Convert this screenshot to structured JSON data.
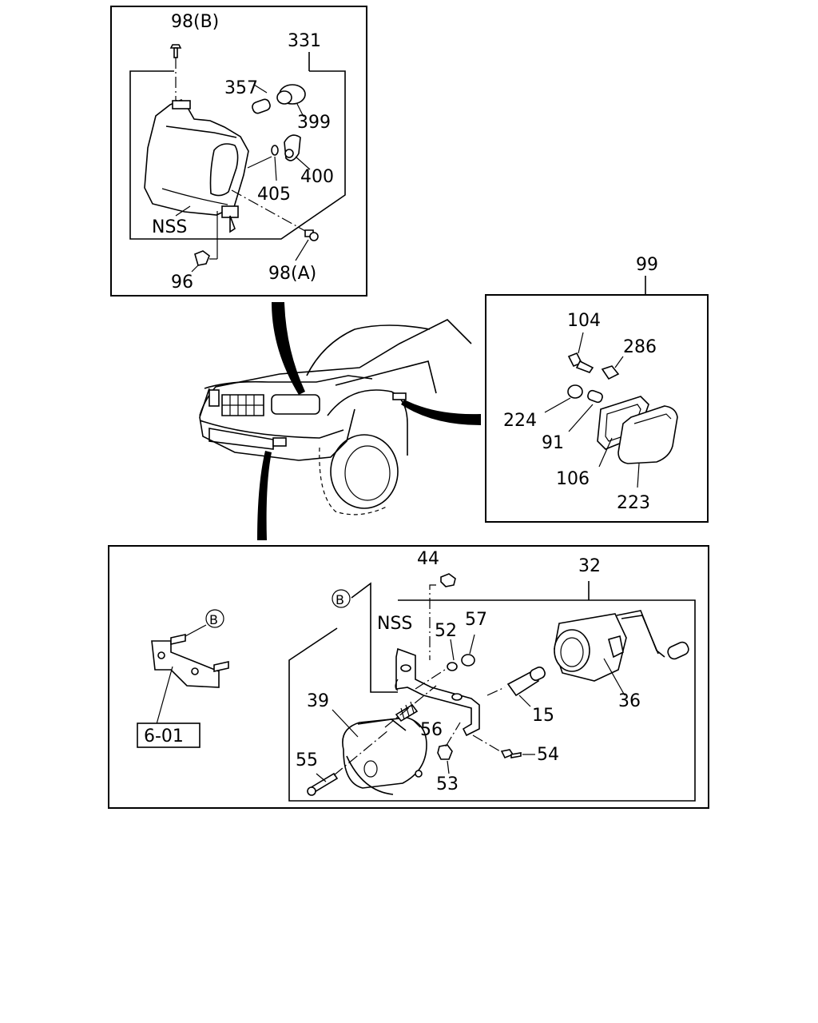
{
  "labels": {
    "p98b": "98(B)",
    "p331": "331",
    "p357": "357",
    "p399": "399",
    "p400": "400",
    "p405": "405",
    "nss_top": "NSS",
    "p98a": "98(A)",
    "p96": "96",
    "p99": "99",
    "p104": "104",
    "p286": "286",
    "p224": "224",
    "p91": "91",
    "p106": "106",
    "p223": "223",
    "p44": "44",
    "p32": "32",
    "b_ref_left": "B",
    "b_ref_bracket": "B",
    "nss_bottom": "NSS",
    "p52": "52",
    "p57": "57",
    "p39": "39",
    "p56": "56",
    "p15": "15",
    "p36": "36",
    "p55": "55",
    "p53": "53",
    "p54": "54",
    "ref_601": "6-01"
  }
}
